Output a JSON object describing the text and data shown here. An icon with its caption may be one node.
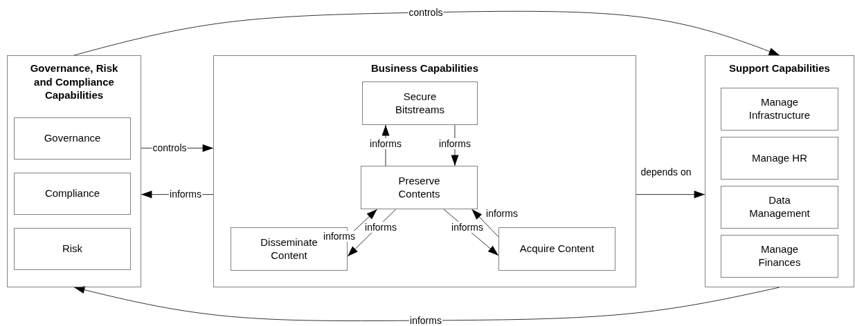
{
  "diagram": {
    "nodes": [
      {
        "text": [
          "Governance, Risk and Compliance Capabilities"
        ]
      },
      {
        "text": [
          "Governance"
        ],
        "in": 0
      },
      {
        "text": [
          "Compliance"
        ],
        "in": 0
      },
      {
        "text": [
          "Risk"
        ],
        "in": 0
      },
      {
        "text": [
          "Business Capabilities"
        ]
      },
      {
        "text": [
          "Secure Bitstreams"
        ],
        "in": 4
      },
      {
        "text": [
          "Preserve Contents"
        ],
        "in": 4
      },
      {
        "text": [
          "Disseminate Content"
        ],
        "in": 4
      },
      {
        "text": [
          "Acquire Content"
        ],
        "in": 4
      },
      {
        "text": [
          "Support Capabilities"
        ]
      },
      {
        "text": [
          "Manage Infrastructure"
        ],
        "in": 9
      },
      {
        "text": [
          "Manage HR"
        ],
        "in": 9
      },
      {
        "text": [
          "Data Management"
        ],
        "in": 9
      },
      {
        "text": [
          "Manage Finances"
        ],
        "in": 9
      }
    ],
    "edges": [
      {
        "from": 0,
        "to": 9,
        "arrow": "to",
        "label": "controls"
      },
      {
        "from": 0,
        "to": 4,
        "arrow": "to",
        "label": "controls"
      },
      {
        "from": 4,
        "to": 0,
        "arrow": "to",
        "label": "informs"
      },
      {
        "from": 4,
        "to": 9,
        "arrow": "to",
        "label": "depends on"
      },
      {
        "from": 6,
        "to": 5,
        "arrow": "to",
        "label": "informs"
      },
      {
        "from": 5,
        "to": 6,
        "arrow": "to",
        "label": "informs"
      },
      {
        "from": 7,
        "to": 6,
        "arrow": "to",
        "label": "informs"
      },
      {
        "from": 6,
        "to": 7,
        "arrow": "to",
        "label": "informs"
      },
      {
        "from": 6,
        "to": 8,
        "arrow": "to",
        "label": "informs"
      },
      {
        "from": 8,
        "to": 6,
        "arrow": "to",
        "label": "informs"
      },
      {
        "from": 9,
        "to": 0,
        "arrow": "to",
        "label": "informs"
      }
    ]
  }
}
